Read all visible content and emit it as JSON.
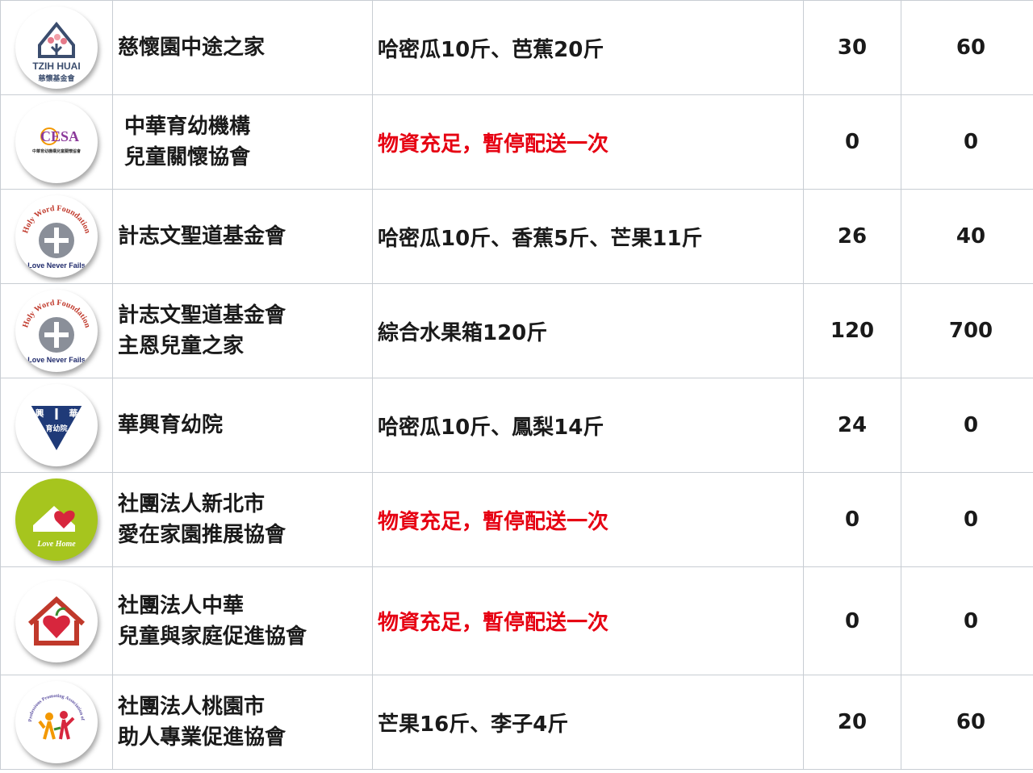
{
  "colors": {
    "alert_text": "#e60012",
    "grid_line": "#c8cdd3"
  },
  "rows": [
    {
      "logo_icon": "tzih-huai-logo-icon",
      "logo_text_top": "TZIH HUAI",
      "logo_text_bottom": "慈懷基金會",
      "name_lines": [
        "慈懷園中途之家"
      ],
      "items": "哈密瓜10斤、芭蕉20斤",
      "qty1": "30",
      "qty2": "60"
    },
    {
      "logo_icon": "cesa-logo-icon",
      "logo_text_top": "CESA",
      "logo_text_bottom": "中華育幼機構兒童關懷協會",
      "name_lines": [
        "中華育幼機構",
        "兒童關懷協會"
      ],
      "items": "物資充足，暫停配送一次",
      "qty1": "0",
      "qty2": "0"
    },
    {
      "logo_icon": "holy-word-foundation-logo-icon",
      "logo_text_top": "Holy Word Foundation",
      "logo_text_bottom": "Love Never Fails",
      "name_lines": [
        "計志文聖道基金會"
      ],
      "items": "哈密瓜10斤、香蕉5斤、芒果11斤",
      "qty1": "26",
      "qty2": "40"
    },
    {
      "logo_icon": "holy-word-foundation-logo-icon",
      "logo_text_top": "Holy Word Foundation",
      "logo_text_bottom": "Love Never Fails",
      "name_lines": [
        "計志文聖道基金會",
        "主恩兒童之家"
      ],
      "items": "綜合水果箱120斤",
      "qty1": "120",
      "qty2": "700"
    },
    {
      "logo_icon": "hua-hsing-orphanage-logo-icon",
      "logo_text_left": "興",
      "logo_text_right": "華",
      "logo_text_center": "育幼院",
      "name_lines": [
        "華興育幼院"
      ],
      "items": "哈密瓜10斤、鳳梨14斤",
      "qty1": "24",
      "qty2": "0"
    },
    {
      "logo_icon": "love-home-logo-icon",
      "logo_text_bottom": "Love Home",
      "name_lines": [
        "社團法人新北市",
        "愛在家園推展協會"
      ],
      "items": "物資充足，暫停配送一次",
      "qty1": "0",
      "qty2": "0"
    },
    {
      "logo_icon": "house-heart-logo-icon",
      "name_lines": [
        "社團法人中華",
        "兒童與家庭促進協會"
      ],
      "items": "物資充足，暫停配送一次",
      "qty1": "0",
      "qty2": "0"
    },
    {
      "logo_icon": "helping-professions-logo-icon",
      "logo_text_top": "Helping Professions Promoting Association of Taoyuan",
      "name_lines": [
        "社團法人桃園市",
        "助人專業促進協會"
      ],
      "items": "芒果16斤、李子4斤",
      "qty1": "20",
      "qty2": "60"
    }
  ]
}
